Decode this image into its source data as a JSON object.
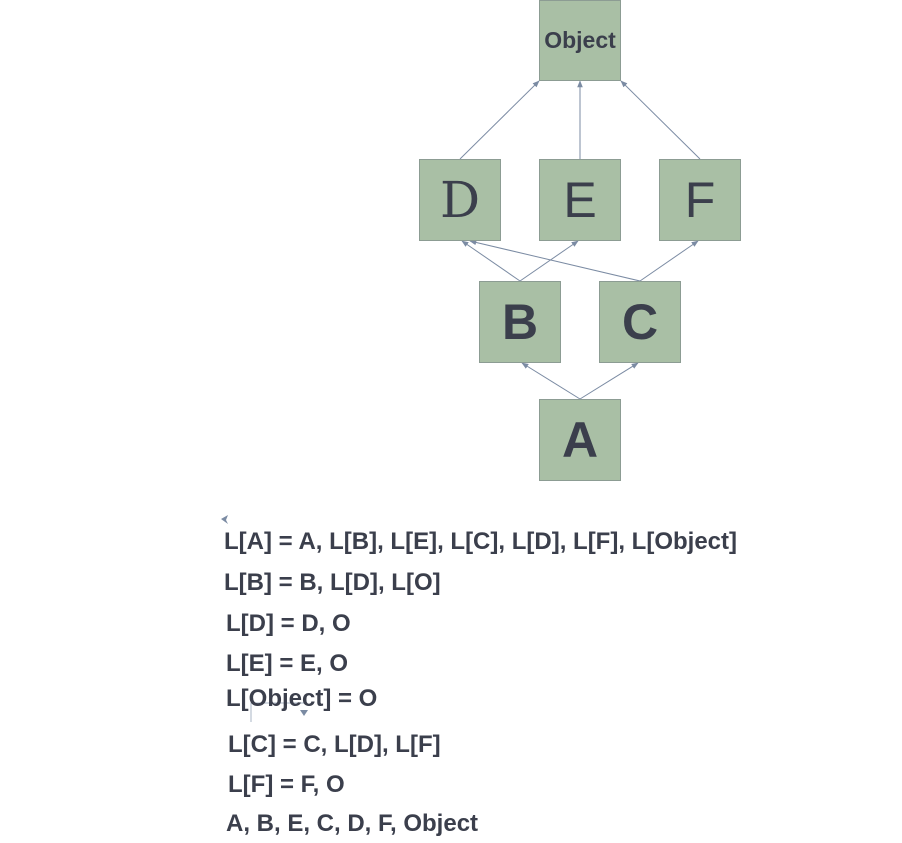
{
  "nodes": {
    "object": "Object",
    "d": "D",
    "e": "E",
    "f": "F",
    "b": "B",
    "c": "C",
    "a": "A"
  },
  "edges": [
    {
      "from": "D",
      "to": "Object"
    },
    {
      "from": "E",
      "to": "Object"
    },
    {
      "from": "F",
      "to": "Object"
    },
    {
      "from": "B",
      "to": "D"
    },
    {
      "from": "B",
      "to": "E"
    },
    {
      "from": "C",
      "to": "D"
    },
    {
      "from": "C",
      "to": "F"
    },
    {
      "from": "A",
      "to": "B"
    },
    {
      "from": "A",
      "to": "C"
    }
  ],
  "linearizations": [
    "L[A] = A, L[B], L[E], L[C], L[D], L[F], L[Object]",
    "L[B] = B, L[D], L[O]",
    "L[D] = D, O",
    "L[E] = E, O",
    "L[Object] = O",
    "L[C] = C, L[D], L[F]",
    "L[F] = F, O",
    "A, B, E, C, D, F, Object"
  ],
  "colors": {
    "node_fill": "#a9bfa5",
    "node_border": "#8c9c93",
    "text": "#3b3f4c",
    "edge": "#7b8ba3"
  }
}
